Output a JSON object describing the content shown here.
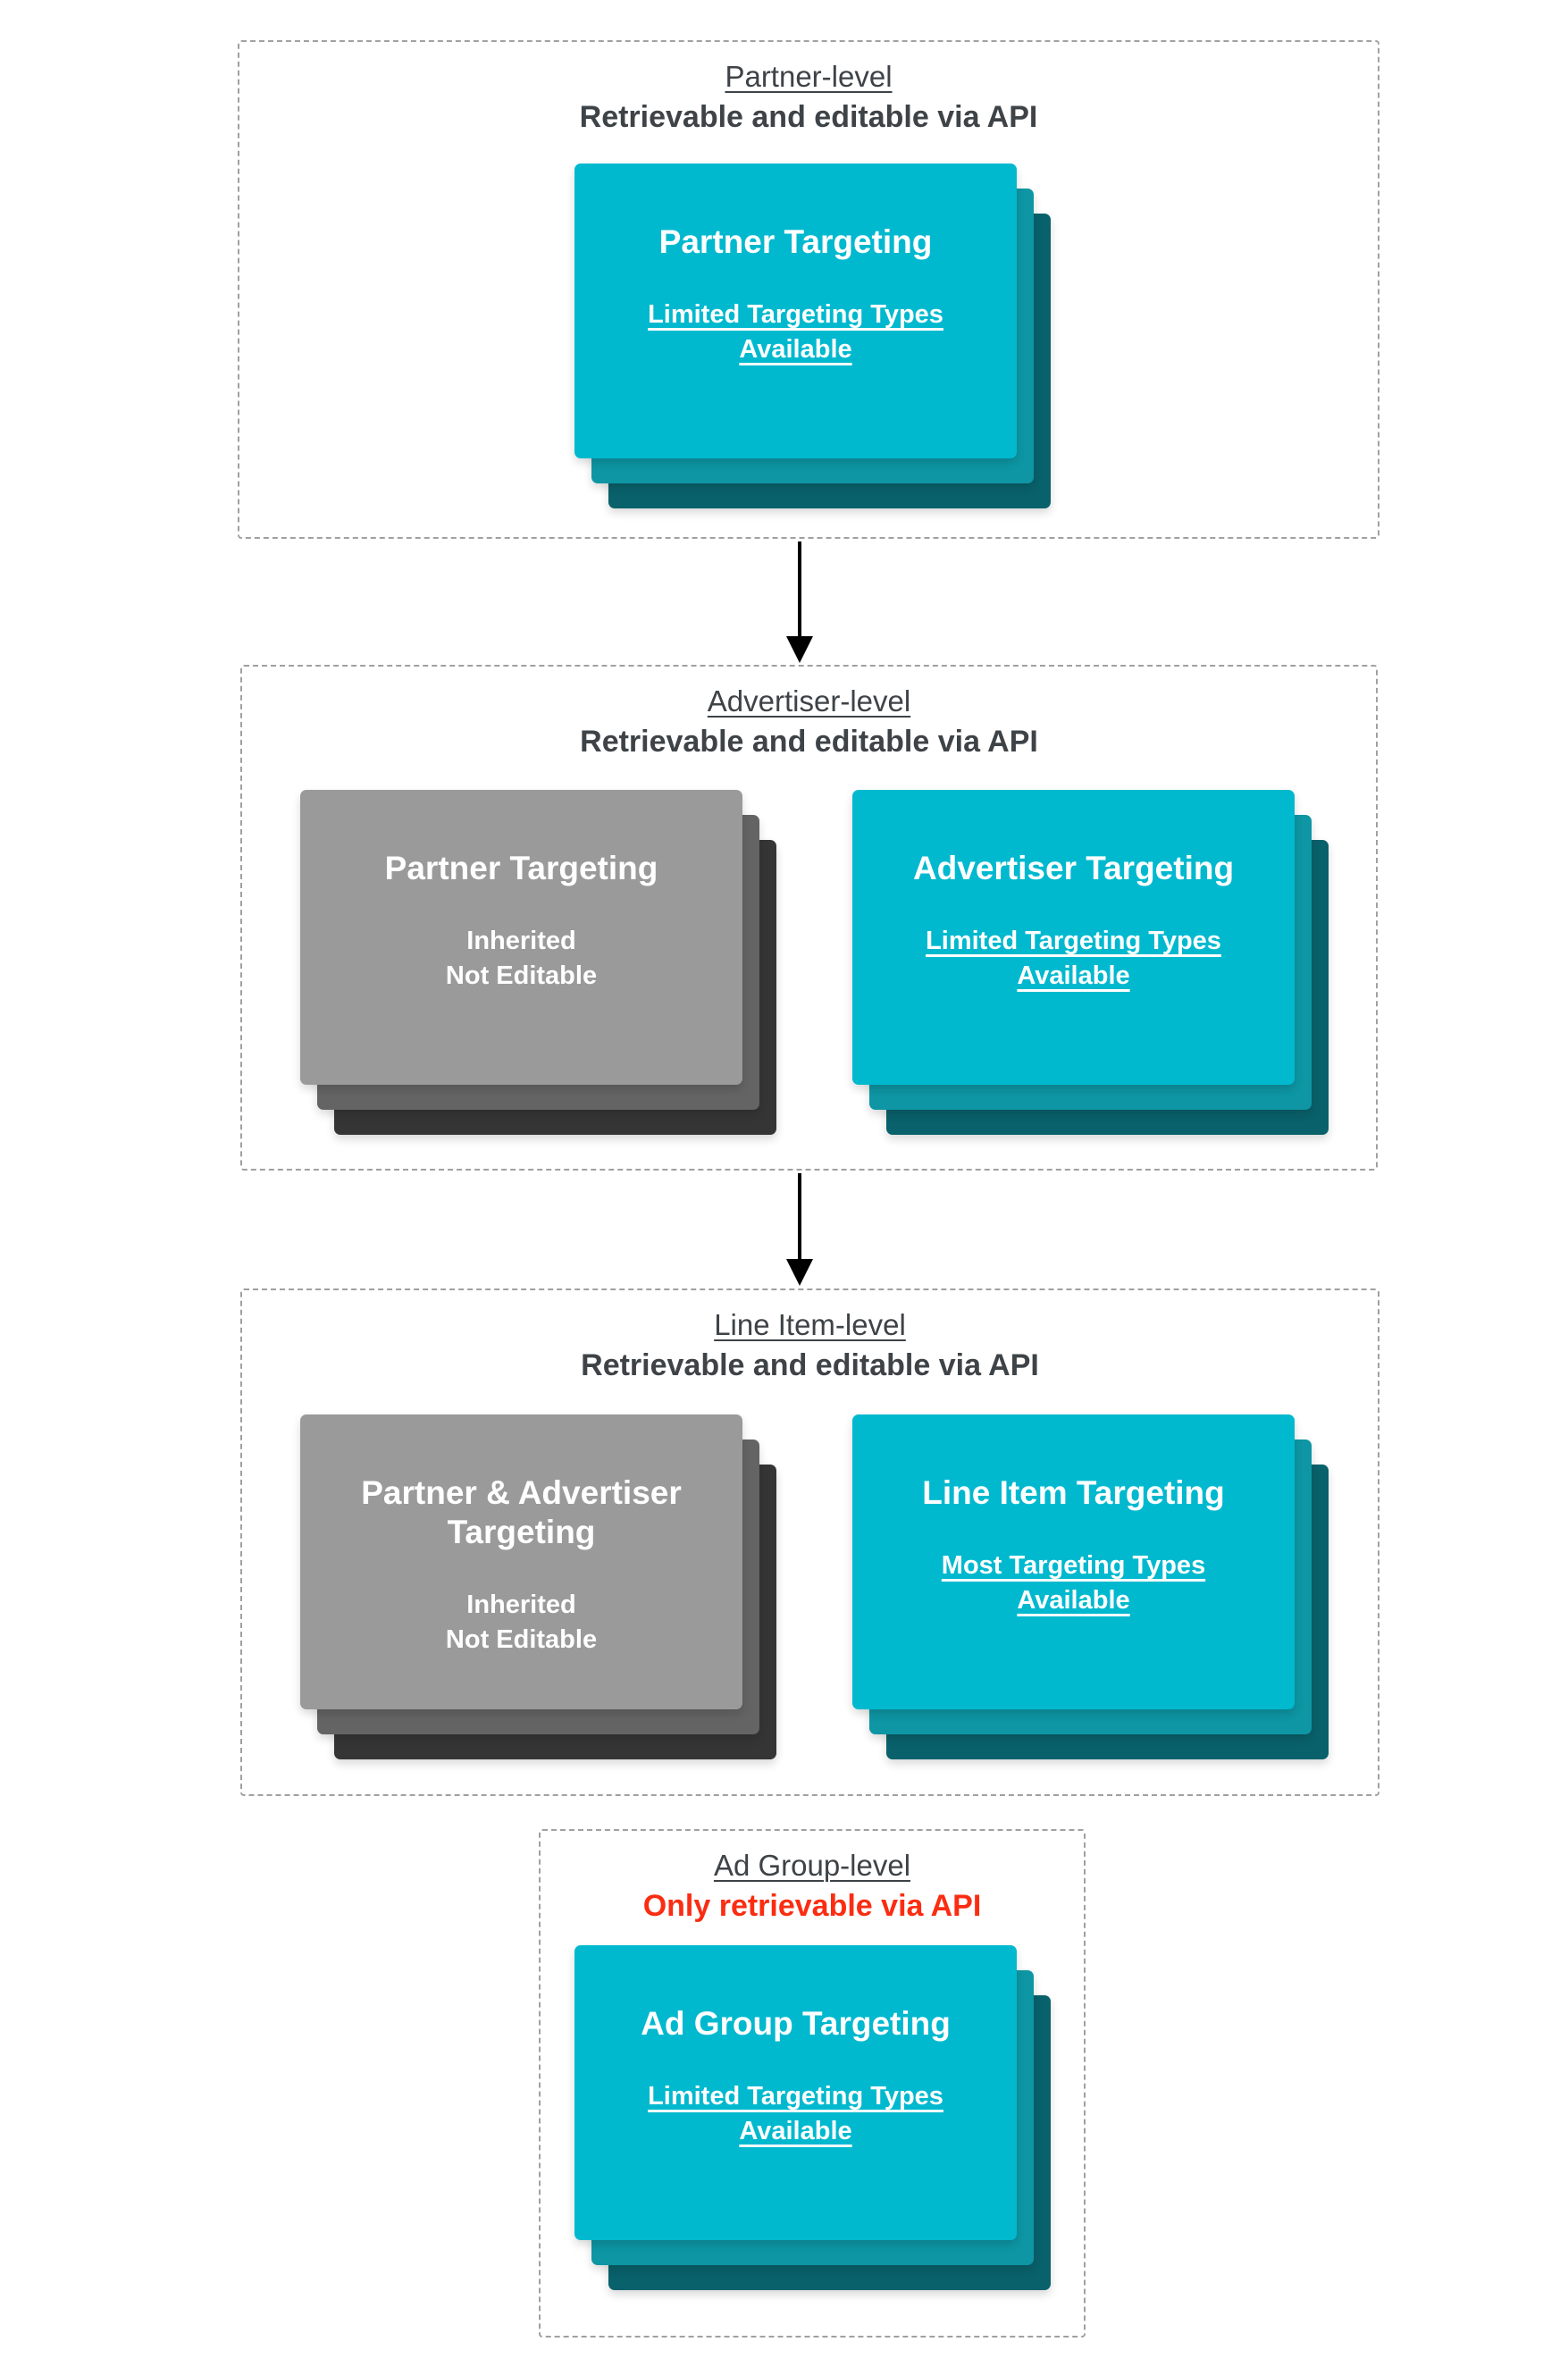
{
  "colors": {
    "teal_front": "#00b9cf",
    "teal_mid": "#0e96a4",
    "teal_back": "#09616b",
    "gray_front": "#9a9a9a",
    "gray_mid": "#646464",
    "gray_back": "#353535",
    "text_dark": "#3e4347",
    "red": "#fa2d12",
    "dash": "#a0a0a0",
    "arrow": "#000000"
  },
  "sections": [
    {
      "title": "Partner-level",
      "subtitle": "Retrievable and editable via API",
      "cards": [
        {
          "heading": "Partner Targeting",
          "body": "Limited Targeting Types\nAvailable",
          "style": "teal",
          "body_underlined": true
        }
      ]
    },
    {
      "title": "Advertiser-level",
      "subtitle": "Retrievable and editable via API",
      "cards": [
        {
          "heading": "Partner Targeting",
          "body": "Inherited\nNot Editable",
          "style": "gray",
          "body_underlined": false
        },
        {
          "heading": "Advertiser Targeting",
          "body": "Limited Targeting Types\nAvailable",
          "style": "teal",
          "body_underlined": true
        }
      ]
    },
    {
      "title": "Line Item-level",
      "subtitle": "Retrievable and editable via API",
      "cards": [
        {
          "heading": "Partner & Advertiser\nTargeting",
          "body": "Inherited\nNot Editable",
          "style": "gray",
          "body_underlined": false
        },
        {
          "heading": "Line Item Targeting",
          "body": "Most Targeting Types\nAvailable",
          "style": "teal",
          "body_underlined": true
        }
      ]
    },
    {
      "title": "Ad Group-level",
      "subtitle": "Only retrievable via API",
      "subtitle_is_warning": true,
      "cards": [
        {
          "heading": "Ad Group Targeting",
          "body": "Limited Targeting Types\nAvailable",
          "style": "teal",
          "body_underlined": true
        }
      ]
    }
  ]
}
